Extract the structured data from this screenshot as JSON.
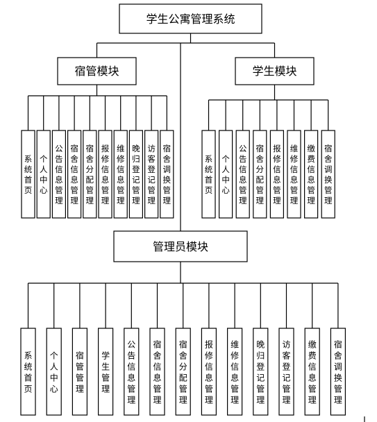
{
  "root": {
    "label": "学生公寓管理系统"
  },
  "modules": {
    "dorm_admin": {
      "label": "宿管模块",
      "items": [
        "系统首页",
        "个人中心",
        "公告信息管理",
        "宿舍信息管理",
        "宿舍分配管理",
        "报修信息管理",
        "维修信息管理",
        "晚归登记管理",
        "访客登记管理",
        "宿舍调换管理"
      ]
    },
    "student": {
      "label": "学生模块",
      "items": [
        "系统首页",
        "个人中心",
        "公告信息管理",
        "宿舍分配管理",
        "报修信息管理",
        "维修信息管理",
        "缴费信息管理",
        "宿舍调换管理"
      ]
    },
    "admin": {
      "label": "管理员模块",
      "items": [
        "系统首页",
        "个人中心",
        "宿管管理",
        "学生管理",
        "公告信息管理",
        "宿舍信息管理",
        "宿舍分配管理",
        "报修信息管理",
        "维修信息管理",
        "晚归登记管理",
        "访客登记管理",
        "缴费信息管理",
        "宿舍调换管理"
      ]
    }
  }
}
